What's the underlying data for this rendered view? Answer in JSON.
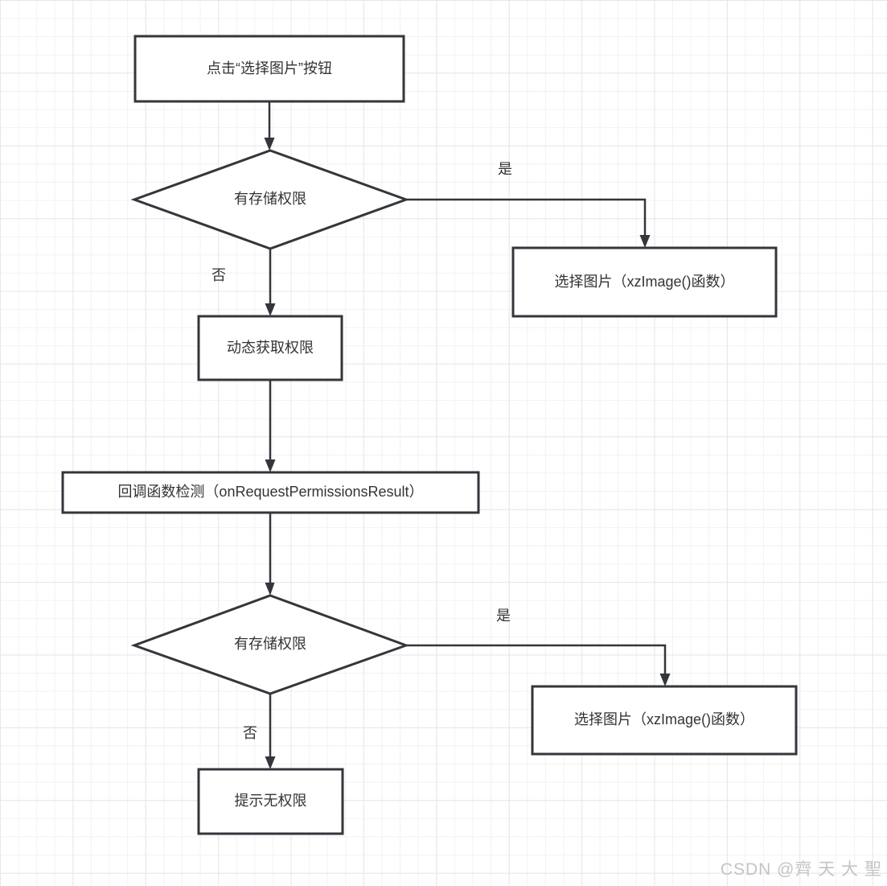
{
  "flow": {
    "node_start": "点击“选择图片”按钮",
    "node_decision1": "有存储权限",
    "node_select1": "选择图片（xzImage()函数）",
    "node_get_perm": "动态获取权限",
    "node_callback": "回调函数检测（onRequestPermissionsResult）",
    "node_decision2": "有存储权限",
    "node_select2": "选择图片（xzImage()函数）",
    "node_no_perm": "提示无权限",
    "label_yes1": "是",
    "label_no1": "否",
    "label_yes2": "是",
    "label_no2": "否"
  },
  "watermark": "CSDN @齊 天 大 聖",
  "colors": {
    "stroke": "#33363b",
    "node_fill": "#ffffff",
    "text": "#333333",
    "watermark": "#c4c4c8",
    "grid_minor": "#f2f2f4",
    "grid_major": "#e7e7ea"
  }
}
